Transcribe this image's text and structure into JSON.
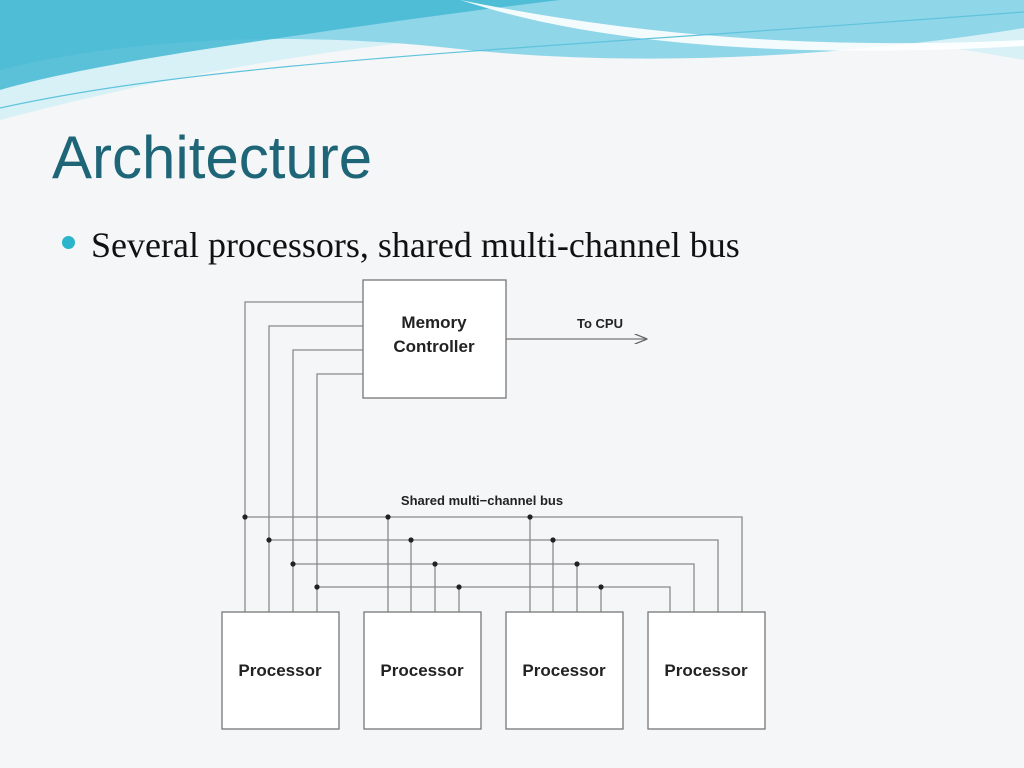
{
  "slide": {
    "title": "Architecture",
    "bullets": [
      "Several processors, shared multi-channel bus"
    ]
  },
  "colors": {
    "title": "#1e6577",
    "bullet": "#2bb5cc",
    "wave_light": "#bfe9f3",
    "wave_mid": "#7fd0e6",
    "wave_dark": "#3fb3cf"
  },
  "diagram": {
    "memory_controller": {
      "line1": "Memory",
      "line2": "Controller"
    },
    "cpu_arrow_label": "To CPU",
    "bus_label": "Shared multi−channel bus",
    "processors": [
      "Processor",
      "Processor",
      "Processor",
      "Processor"
    ]
  }
}
